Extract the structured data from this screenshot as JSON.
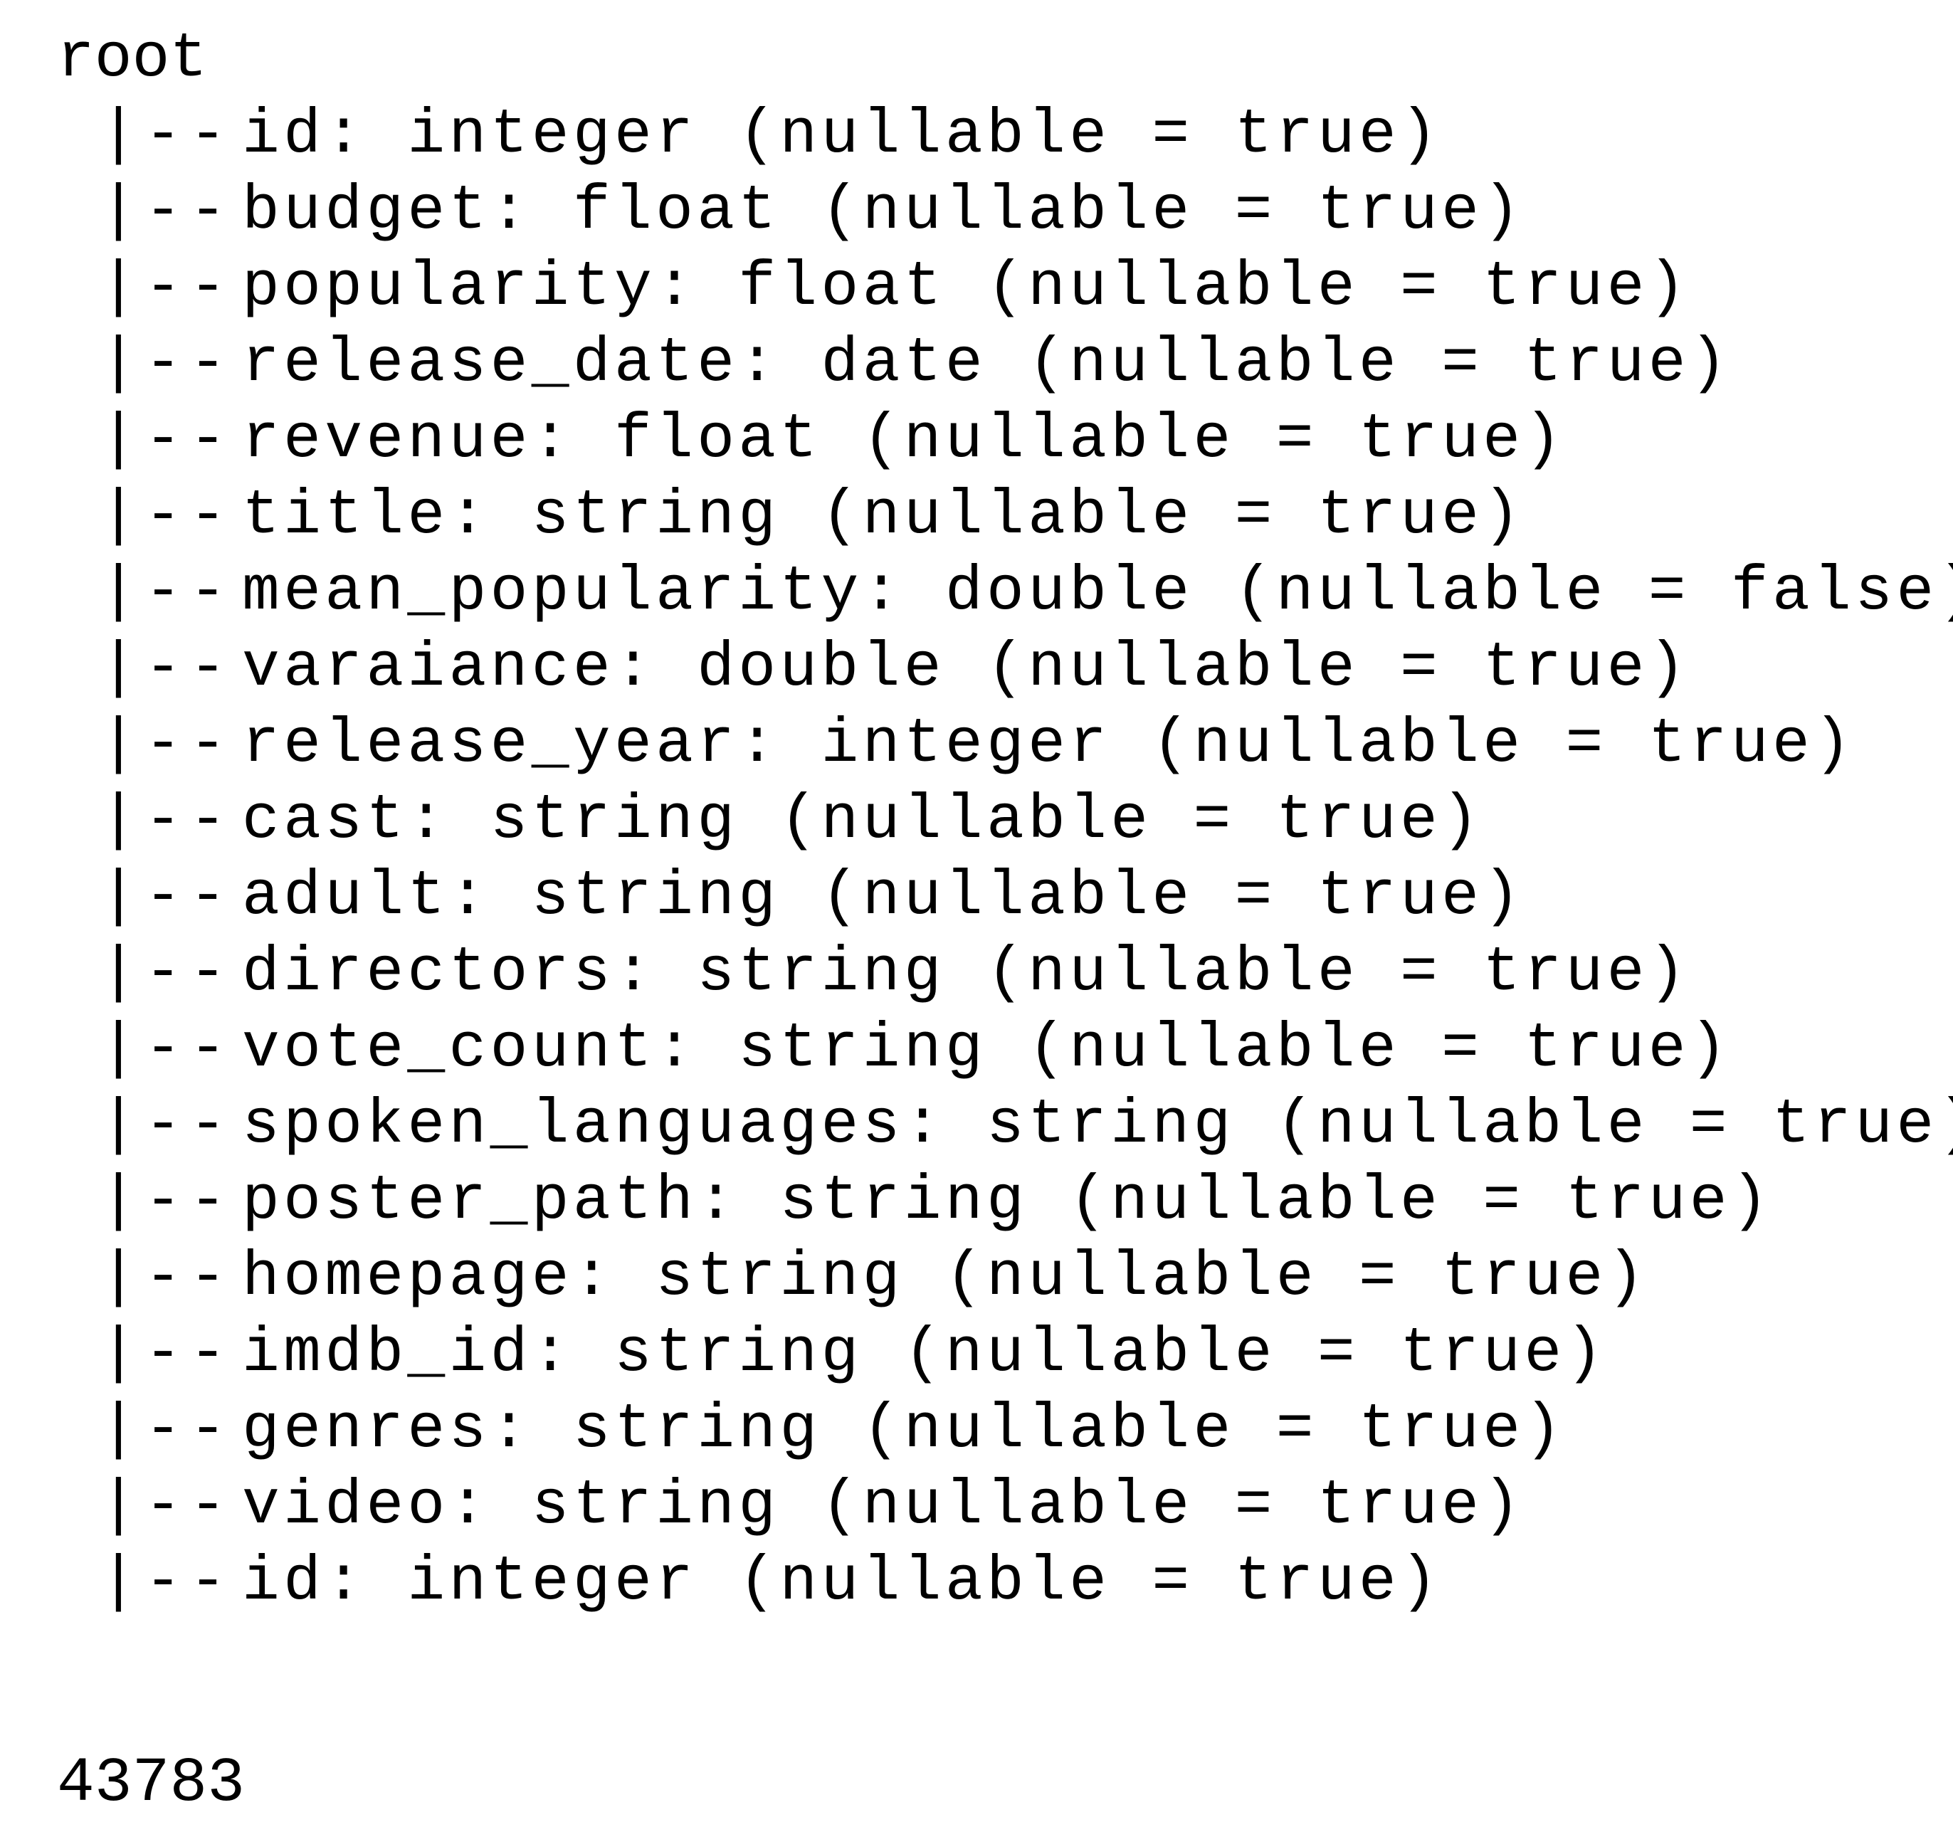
{
  "output": {
    "root": "root",
    "branch_marker": "|--",
    "fields": [
      "id: integer (nullable = true)",
      "budget: float (nullable = true)",
      "popularity: float (nullable = true)",
      "release_date: date (nullable = true)",
      "revenue: float (nullable = true)",
      "title: string (nullable = true)",
      "mean_popularity: double (nullable = false)",
      "varaiance: double (nullable = true)",
      "release_year: integer (nullable = true)",
      "cast: string (nullable = true)",
      "adult: string (nullable = true)",
      "directors: string (nullable = true)",
      "vote_count: string (nullable = true)",
      "spoken_languages: string (nullable = true)",
      "poster_path: string (nullable = true)",
      "homepage: string (nullable = true)",
      "imdb_id: string (nullable = true)",
      "genres: string (nullable = true)",
      "video: string (nullable = true)",
      "id: integer (nullable = true)"
    ],
    "count": "43783"
  }
}
